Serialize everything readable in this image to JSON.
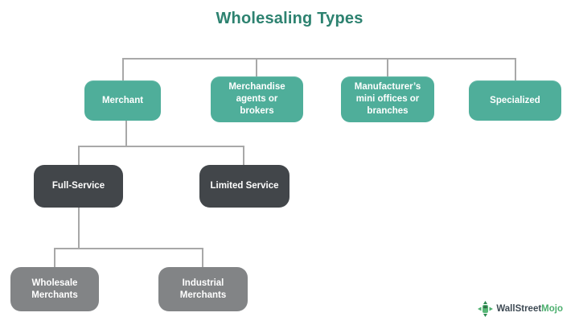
{
  "title": "Wholesaling Types",
  "nodes": {
    "merchant": {
      "label": "Merchant"
    },
    "agents": {
      "label": "Merchandise\nagents or\nbrokers"
    },
    "minioffices": {
      "label": "Manufacturer’s\nmini offices or\nbranches"
    },
    "specialized": {
      "label": "Specialized"
    },
    "full": {
      "label": "Full-Service"
    },
    "limited": {
      "label": "Limited Service"
    },
    "wholesale": {
      "label": "Wholesale\nMerchants"
    },
    "industrial": {
      "label": "Industrial\nMerchants"
    }
  },
  "logo": {
    "brand": "WallStreet",
    "accent": "Mojo",
    "icon": "wallstreetmojo-arrows-icon"
  },
  "colors": {
    "title": "#2d8270",
    "node_teal": "#4fae9a",
    "node_dark": "#42464a",
    "node_gray": "#828486",
    "connector": "#a8a8a8",
    "logo_brand": "#3e4a54",
    "logo_accent": "#4caf6e"
  }
}
